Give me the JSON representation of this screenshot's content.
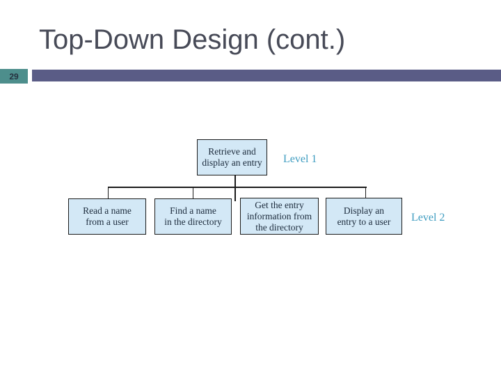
{
  "slide": {
    "title": "Top-Down Design (cont.)",
    "page_number": "29"
  },
  "colors": {
    "title_text": "#474a57",
    "page_badge_bg": "#4d8e8c",
    "page_badge_text": "#263240",
    "accent_bar": "#5a5c86",
    "box_fill": "#d3e8f6",
    "box_border": "#1a1a1a",
    "box_text": "#1c2b3c",
    "level_label_text": "#3e9cc0",
    "connector_line": "#1a1a1a"
  },
  "diagram": {
    "type": "hierarchy-tree",
    "level1_label": "Level 1",
    "level2_label": "Level 2",
    "root": {
      "text": "Retrieve and\ndisplay an entry"
    },
    "children": [
      {
        "text": "Read a name\nfrom a user"
      },
      {
        "text": "Find a name\nin the directory"
      },
      {
        "text": "Get the entry\ninformation from\nthe directory"
      },
      {
        "text": "Display an\nentry to a user"
      }
    ]
  }
}
